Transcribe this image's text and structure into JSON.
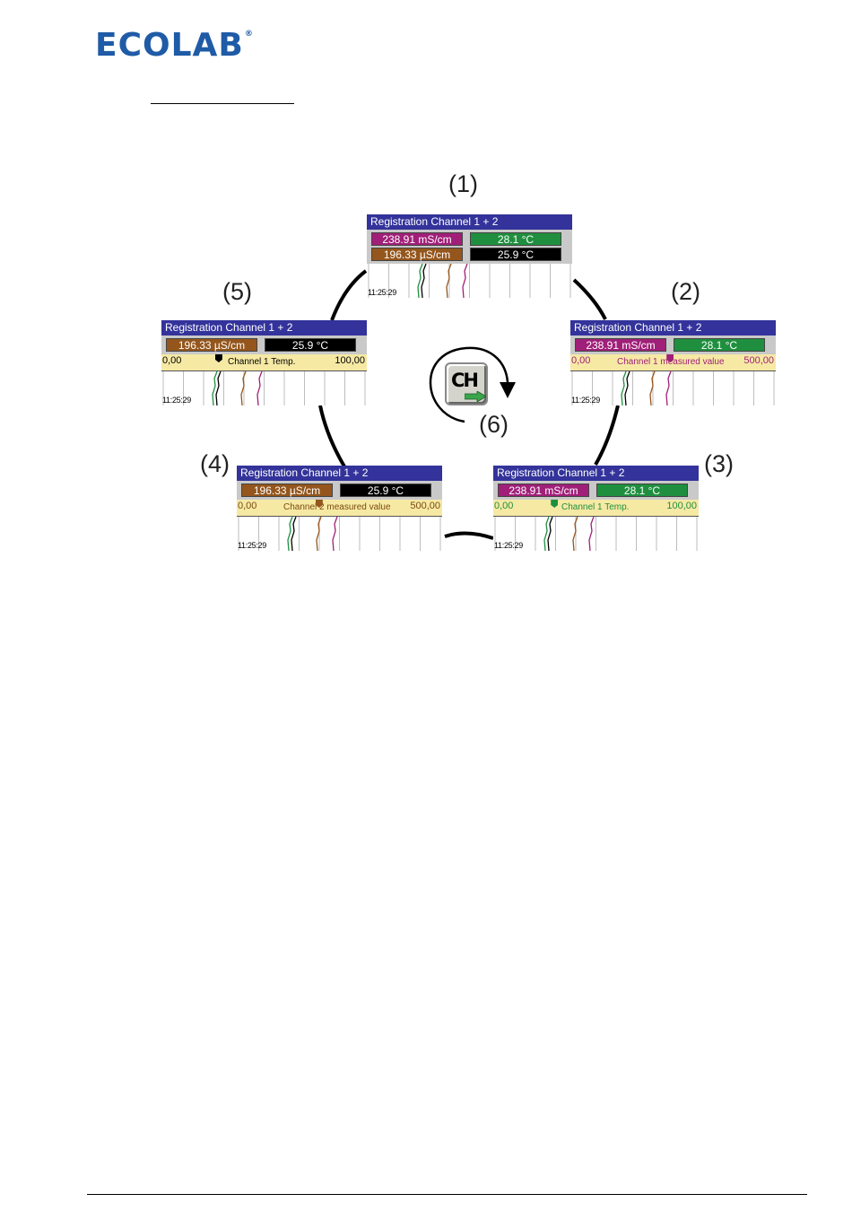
{
  "header": {
    "logo_text": "ECOLAB",
    "logo_registered": "®",
    "brand_color": "#1f5ba6"
  },
  "figure": {
    "step_labels": [
      "(1)",
      "(2)",
      "(3)",
      "(4)",
      "(5)",
      "(6)"
    ],
    "cycle_button": {
      "label": "CH",
      "icon": "channel-switch-icon",
      "arrow_icon": "rotate-clockwise-icon"
    },
    "colors": {
      "title_bar": "#33339b",
      "value_strip": "#c9c9c9",
      "scale_bar": "#f6e9a4",
      "channel1_value": "#a01f78",
      "channel1_temp": "#1f8f3f",
      "channel2_value": "#94561c",
      "channel2_temp": "#000000"
    },
    "panels": [
      {
        "step": "(1)",
        "title": "Registration Channel 1 + 2",
        "values": [
          [
            "238.91  mS/cm",
            "28.1  °C"
          ],
          [
            "196.33  µS/cm",
            "25.9  °C"
          ]
        ],
        "scale": null,
        "time": "11:25:29"
      },
      {
        "step": "(2)",
        "title": "Registration Channel 1 + 2",
        "values": [
          [
            "238.91  mS/cm",
            "28.1  °C"
          ]
        ],
        "scale": {
          "min": "0,00",
          "max": "500,00",
          "name": "Channel 1 measured value",
          "marker_level": 0.48
        },
        "time": "11:25:29"
      },
      {
        "step": "(3)",
        "title": "Registration Channel 1 + 2",
        "values": [
          [
            "238.91  mS/cm",
            "28.1  °C"
          ]
        ],
        "scale": {
          "min": "0,00",
          "max": "100,00",
          "name": "Channel 1 Temp.",
          "marker_level": 0.28
        },
        "time": "11:25:29"
      },
      {
        "step": "(4)",
        "title": "Registration Channel 1 + 2",
        "values": [
          [
            "196.33  µS/cm",
            "25.9  °C"
          ]
        ],
        "scale": {
          "min": "0,00",
          "max": "500,00",
          "name": "Channel 2 measured value",
          "marker_level": 0.39
        },
        "time": "11:25:29"
      },
      {
        "step": "(5)",
        "title": "Registration Channel 1 + 2",
        "values": [
          [
            "196.33  µS/cm",
            "25.9  °C"
          ]
        ],
        "scale": {
          "min": "0,00",
          "max": "100,00",
          "name": "Channel 1 Temp.",
          "marker_level": 0.26
        },
        "time": "11:25:29"
      }
    ]
  }
}
